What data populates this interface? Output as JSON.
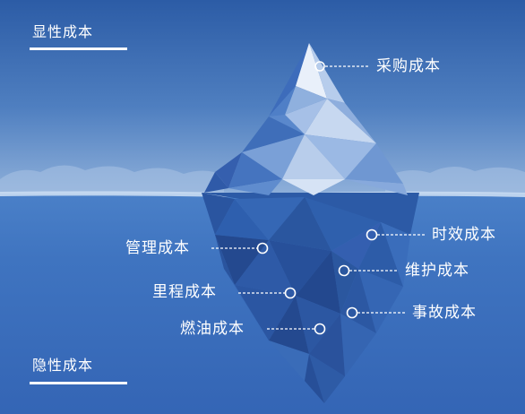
{
  "sections": {
    "visible_cost": "显性成本",
    "hidden_cost": "隐性成本"
  },
  "labels": {
    "procurement_cost": "采购成本",
    "management_cost": "管理成本",
    "mileage_cost": "里程成本",
    "fuel_cost": "燃油成本",
    "timeliness_cost": "时效成本",
    "maintenance_cost": "维护成本",
    "accident_cost": "事故成本"
  },
  "colors": {
    "sky_top": "#2f5fa8",
    "sky_bottom": "#87a9d8",
    "sea_top": "#3f76c3",
    "sea_bottom": "#2f64b6",
    "label_text": "#ffffff"
  }
}
